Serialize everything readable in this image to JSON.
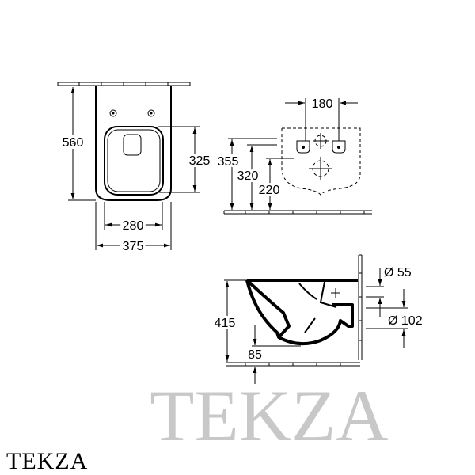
{
  "watermark": "TEKZA",
  "logo": "TEKZA",
  "top_view": {
    "height": "560",
    "seat_depth": "325",
    "inner_width": "280",
    "outer_width": "375"
  },
  "back_view": {
    "fixing_spacing": "180",
    "h1": "355",
    "h2": "320",
    "h3": "220"
  },
  "side_view": {
    "height": "415",
    "floor_offset": "85",
    "inlet_diameter": "Ø 55",
    "outlet_diameter": "Ø 102"
  }
}
